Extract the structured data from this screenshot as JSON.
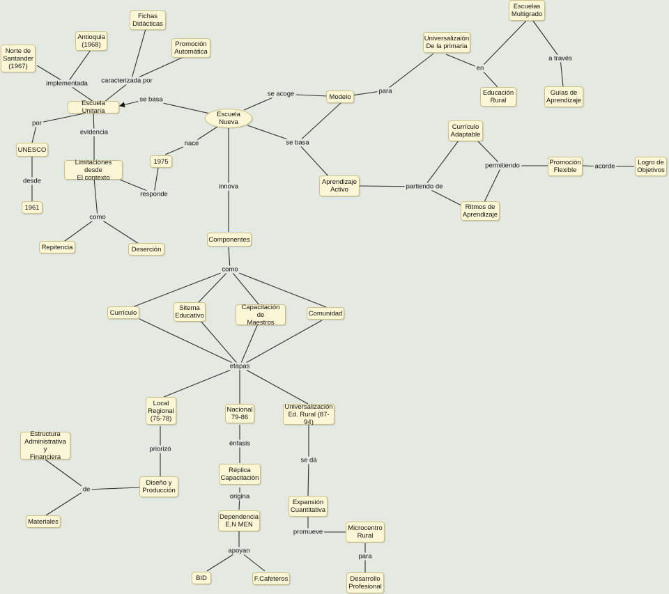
{
  "nodes": {
    "escuela_nueva": "Escuela Nueva",
    "escuela_unitaria": "Escuela Unitaria",
    "norte_santander": "Norte de\nSantander\n(1967)",
    "antioquia": "Antioquia\n(1968)",
    "fichas": "Fichas\nDidácticas",
    "promocion_auto": "Promoción\nAutomática",
    "unesco": "UNESCO",
    "n1961": "1961",
    "limitaciones": "Limitaciones desde\nEl contexto",
    "n1975": "1975",
    "repitencia": "Repitencia",
    "desercion": "Deserción",
    "modelo": "Modelo",
    "universalizacion_primaria": "Universalizaión\nDe la primaria",
    "escuelas_multigrado": "Escuelas\nMultigrado",
    "educacion_rural": "Educación\nRural",
    "guias": "Guías de\nAprendizaje",
    "curriculo_adaptable": "Currículo\nAdaptable",
    "promocion_flexible": "Promoción\nFlexible",
    "logro": "Logro de\nObjetivos",
    "aprendizaje_activo": "Aprendizaje\nActivo",
    "ritmos": "Ritmos de\nAprendizaje",
    "componentes": "Componentes",
    "curriculo": "Currículo",
    "sistema": "Sitema\nEducativo",
    "capacitacion": "Capacitación de\nMaestros",
    "comunidad": "Comunidad",
    "local": "Local\nRegional\n(75-78)",
    "nacional": "Nacional\n79-86",
    "univ_rural": "Universalización\nEd. Rural (87-94)",
    "estructura": "Estructura\nAdministrativa y\nFinanciera",
    "diseno": "Diseño y\nProducción",
    "materiales": "Materiales",
    "replica": "Réplica\nCapacitación",
    "dependencia": "Dependencia\nE.N MEN",
    "bid": "BID",
    "fcafeteros": "F.Cafeteros",
    "expansion": "Expansión\nCuantitativa",
    "microcentro": "Microcentro\nRural",
    "desarrollo": "Desarrollo\nProfesional"
  },
  "labels": {
    "se_basa_1": "se basa",
    "implementada": "implementada",
    "caracterizada": "caracterizada por",
    "por": "por",
    "desde": "desde",
    "evidencia": "evidencia",
    "nace": "nace",
    "responde": "responde",
    "como_1": "como",
    "se_acoge": "se acoge",
    "para_1": "para",
    "en": "en",
    "a_traves": "a través",
    "se_basa_2": "se basa",
    "permitiendo": "permitiendo",
    "acorde": "acorde",
    "partiendo": "partiendo de",
    "innova": "innova",
    "como_2": "como",
    "etapas": "etapas",
    "priorizo": "priorizó",
    "de": "de",
    "enfasis": "énfasis",
    "origina": "origina",
    "apoyan": "apoyan",
    "se_da": "se dá",
    "promueve": "promueve",
    "para_2": "para"
  }
}
